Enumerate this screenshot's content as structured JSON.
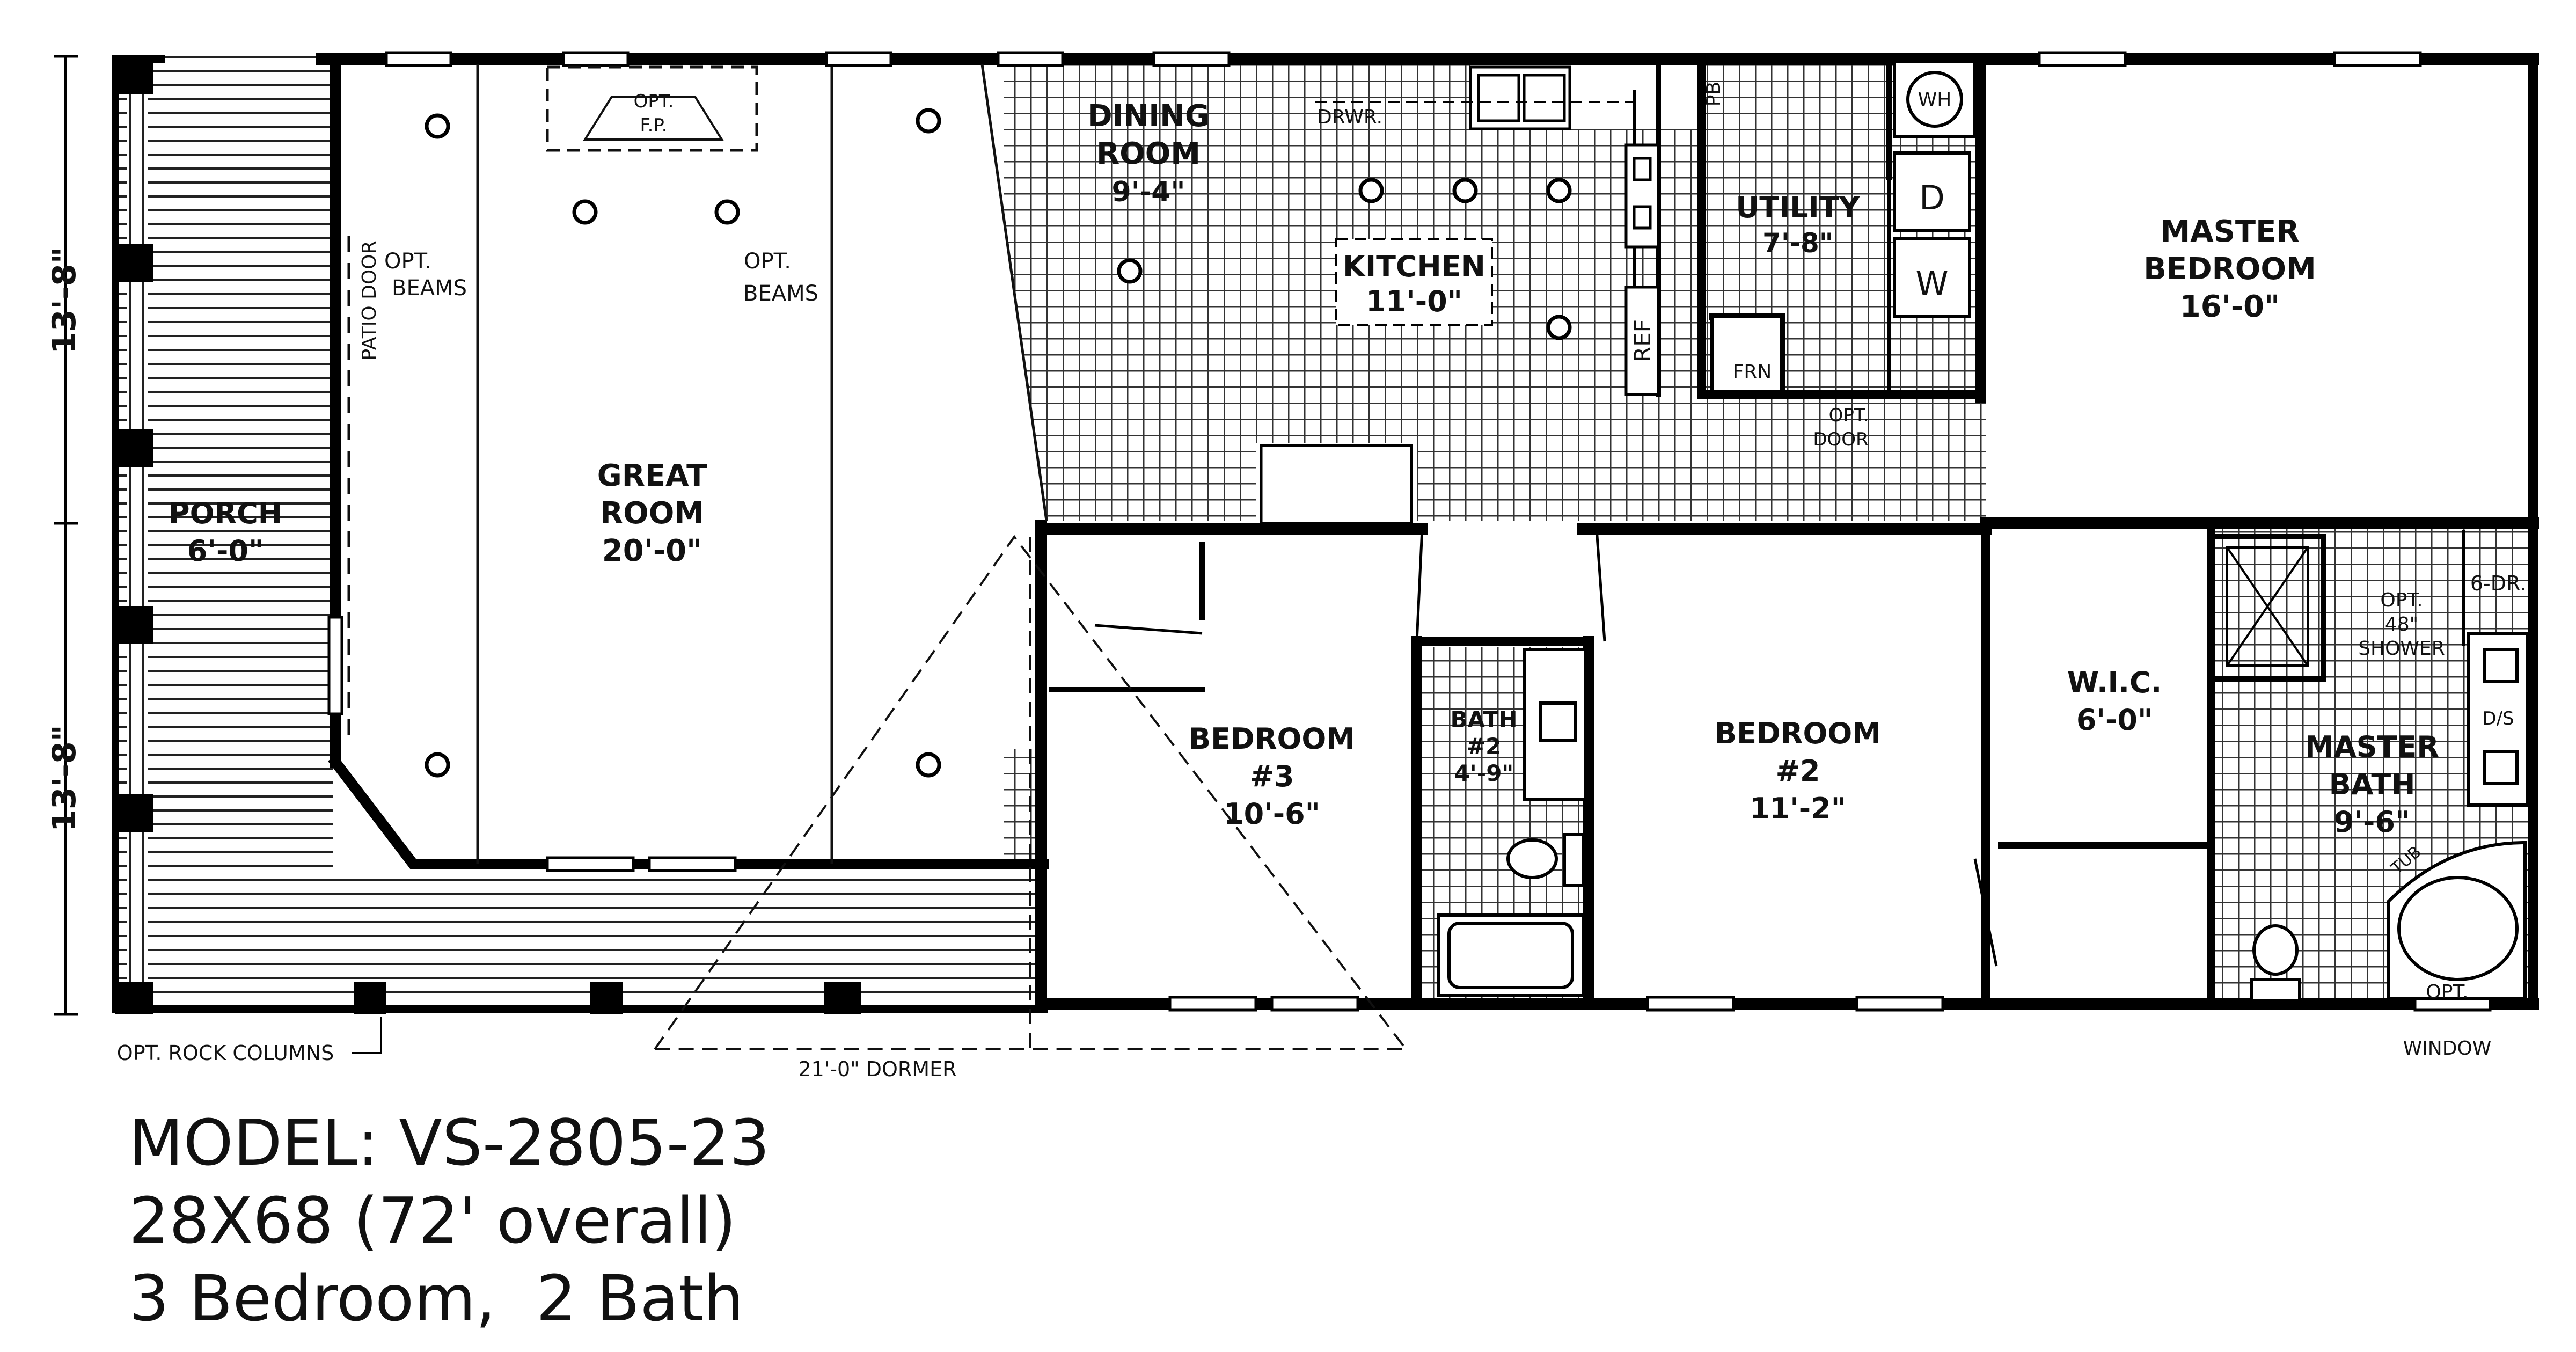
{
  "plan": {
    "rooms": {
      "porch": {
        "name": "PORCH",
        "dim": "6'-0\""
      },
      "great_room": {
        "name1": "GREAT",
        "name2": "ROOM",
        "dim": "20'-0\""
      },
      "dining_room": {
        "name1": "DINING",
        "name2": "ROOM",
        "dim": "9'-4\""
      },
      "kitchen": {
        "name": "KITCHEN",
        "dim": "11'-0\""
      },
      "utility": {
        "name": "UTILITY",
        "dim": "7'-8\""
      },
      "master_bedroom": {
        "name1": "MASTER",
        "name2": "BEDROOM",
        "dim": "16'-0\""
      },
      "bedroom3": {
        "name1": "BEDROOM",
        "name2": "#3",
        "dim": "10'-6\""
      },
      "bath2": {
        "name1": "BATH",
        "name2": "#2",
        "dim": "4'-9\""
      },
      "bedroom2": {
        "name1": "BEDROOM",
        "name2": "#2",
        "dim": "11'-2\""
      },
      "wic": {
        "name": "W.I.C.",
        "dim": "6'-0\""
      },
      "master_bath": {
        "name1": "MASTER",
        "name2": "BATH",
        "dim": "9'-6\""
      }
    },
    "notes": {
      "opt_fp_1": "OPT.",
      "opt_fp_2": "F.P.",
      "opt_beams_left_1": "OPT.",
      "opt_beams_left_2": "BEAMS",
      "opt_beams_right_1": "OPT.",
      "opt_beams_right_2": "BEAMS",
      "patio_door": "PATIO DOOR",
      "drwr": "DRWR.",
      "pb": "PB",
      "wh": "WH",
      "dryer": "D",
      "washer": "W",
      "ref": "REF",
      "frn": "FRN",
      "opt_door_1": "OPT.",
      "opt_door_2": "DOOR",
      "six_dr": "6-DR.",
      "opt_shower_1": "OPT.",
      "opt_shower_2": "48\"",
      "opt_shower_3": "SHOWER",
      "ds": "D/S",
      "tub": "TUB",
      "opt_window_1": "OPT.",
      "opt_window_2": "WINDOW",
      "opt_rock_columns": "OPT. ROCK COLUMNS",
      "dormer": "21'-0\" DORMER",
      "dim_top": "13'-8\"",
      "dim_bottom": "13'-8\""
    }
  },
  "caption": {
    "model": "MODEL: VS-2805-23",
    "size": "28X68 (72' overall)",
    "beds": "3 Bedroom,  2 Bath"
  }
}
